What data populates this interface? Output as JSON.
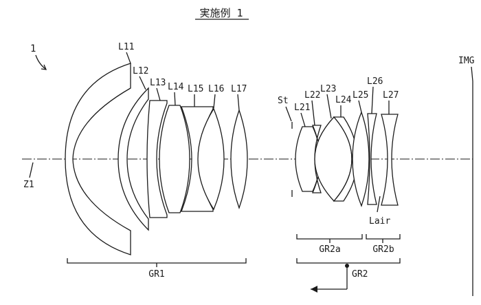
{
  "title": "実施例 1",
  "ref_number": "1",
  "axis_label": "Z1",
  "image_plane_label": "IMG",
  "stop_label": "St",
  "air_lens_label": "Lair",
  "lenses": [
    "L11",
    "L12",
    "L13",
    "L14",
    "L15",
    "L16",
    "L17",
    "L21",
    "L22",
    "L23",
    "L24",
    "L25",
    "L26",
    "L27"
  ],
  "groups": {
    "gr1": "GR1",
    "gr2a": "GR2a",
    "gr2b": "GR2b",
    "gr2": "GR2"
  }
}
